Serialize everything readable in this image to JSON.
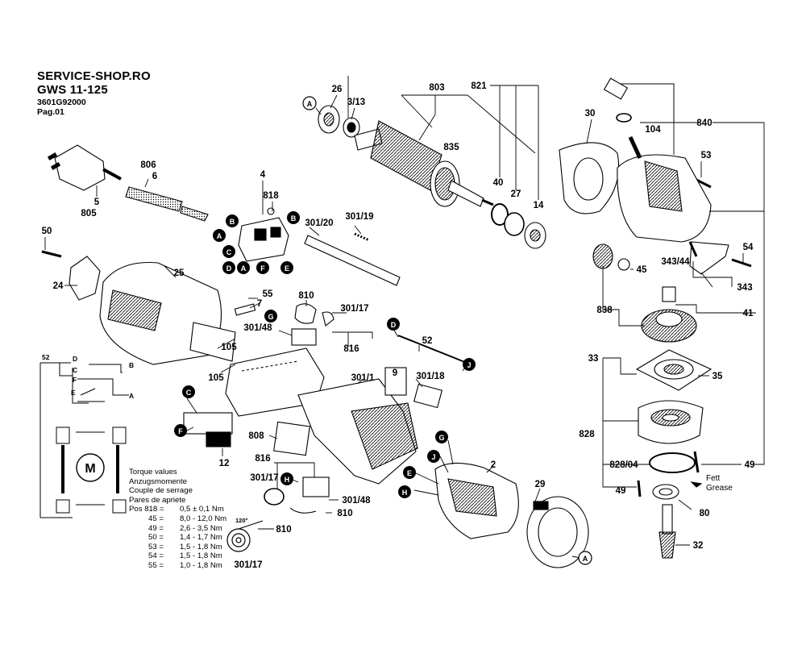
{
  "header": {
    "shop": "SERVICE-SHOP.RO",
    "model": "GWS 11-125",
    "part_number": "3601G92000",
    "page": "Pag.01"
  },
  "part_labels": {
    "p26": "26",
    "p3_13": "3/13",
    "p803": "803",
    "p821": "821",
    "p30": "30",
    "p840": "840",
    "p104": "104",
    "p835": "835",
    "p806": "806",
    "p6": "6",
    "p5": "5",
    "p805": "805",
    "p4": "4",
    "p818": "818",
    "p40": "40",
    "p27": "27",
    "p14": "14",
    "p53": "53",
    "p301_19": "301/19",
    "p301_20": "301/20",
    "p50": "50",
    "p24": "24",
    "p25": "25",
    "p45": "45",
    "p54": "54",
    "p343_44": "343/44",
    "p343": "343",
    "p838": "838",
    "p41": "41",
    "p55": "55",
    "p7": "7",
    "p810": "810",
    "p301_17": "301/17",
    "p301_48": "301/48",
    "p816": "816",
    "p52": "52",
    "p105": "105",
    "p33": "33",
    "p35": "35",
    "p9": "9",
    "p301_18": "301/18",
    "p301_1": "301/1",
    "p828": "828",
    "p12": "12",
    "p808": "808",
    "p2": "2",
    "p828_04": "828/04",
    "p49": "49",
    "p29": "29",
    "p80": "80",
    "p32": "32"
  },
  "connectors": {
    "A": "A",
    "B": "B",
    "C": "C",
    "D": "D",
    "E": "E",
    "F": "F",
    "G": "G",
    "H": "H",
    "J": "J"
  },
  "schematic": {
    "wire_label": "52",
    "motor_symbol": "M",
    "terminals": {
      "d": "D",
      "c": "C",
      "f": "F",
      "e": "E",
      "b": "B",
      "a": "A"
    },
    "angle": "120°"
  },
  "grease_note": {
    "line1": "Fett",
    "line2": "Grease"
  },
  "torque": {
    "title_lines": [
      "Torque values",
      "Anzugsmomente",
      "Couple de serrage",
      "Pares de apriete"
    ],
    "rows": [
      {
        "pos": "Pos 818 =",
        "value": "0,5 ± 0,1 Nm"
      },
      {
        "pos": "45 =",
        "value": "8,0 - 12,0 Nm"
      },
      {
        "pos": "49 =",
        "value": "2,6 - 3,5 Nm"
      },
      {
        "pos": "50 =",
        "value": "1,4 - 1,7 Nm"
      },
      {
        "pos": "53 =",
        "value": "1,5 - 1,8 Nm"
      },
      {
        "pos": "54 =",
        "value": "1,5 - 1,8 Nm"
      },
      {
        "pos": "55 =",
        "value": "1,0 - 1,8 Nm"
      }
    ]
  },
  "colors": {
    "ink": "#000000",
    "part_fill": "#ffffff",
    "dark_fill": "#000000",
    "shade": "#9a9a9a"
  }
}
